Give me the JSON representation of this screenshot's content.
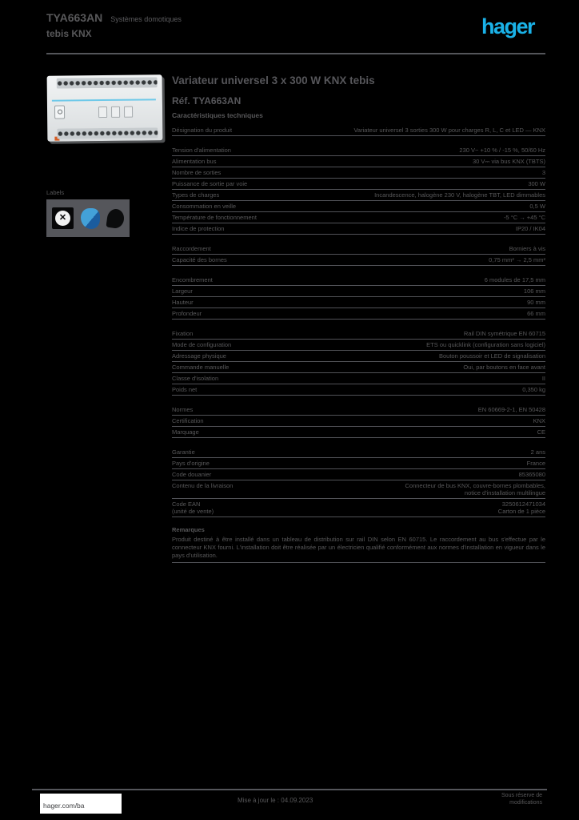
{
  "colors": {
    "background": "#000000",
    "text": "#58585a",
    "rule": "#515257",
    "logo_cyan": "#1ab2e8",
    "device_blue_line": "#6fc9e9",
    "led_orange": "#d65c22"
  },
  "header": {
    "product_ref": "TYA663AN",
    "range": "Systèmes domotiques",
    "family": "tebis KNX",
    "logo_text": "hager"
  },
  "product": {
    "title": "Variateur universel 3 x 300 W KNX tebis",
    "reference_line": "Réf. TYA663AN",
    "section_heading": "Caractéristiques techniques",
    "labels_caption": "Labels",
    "icons": [
      {
        "name": "knx-config-icon",
        "glyph": "✕"
      },
      {
        "name": "easy-software-icon",
        "glyph": ""
      },
      {
        "name": "eco-standby-icon",
        "glyph": ""
      }
    ]
  },
  "spec_sections": [
    {
      "rows": [
        {
          "label": "Désignation du produit",
          "value": "Variateur universel 3 sorties 300 W pour charges R, L, C et LED — KNX"
        }
      ]
    },
    {
      "rows": [
        {
          "label": "Tension d'alimentation",
          "value": "230 V~ +10 % / -15 %, 50/60 Hz"
        },
        {
          "label": "Alimentation bus",
          "value": "30 V⎓ via bus KNX (TBTS)"
        },
        {
          "label": "Nombre de sorties",
          "value": "3"
        },
        {
          "label": "Puissance de sortie par voie",
          "value": "300 W"
        },
        {
          "label": "Types de charges",
          "value": "Incandescence, halogène 230 V, halogène TBT, LED dimmables"
        },
        {
          "label": "Consommation en veille",
          "value": "0,5 W"
        },
        {
          "label": "Température de fonctionnement",
          "value": "-5 °C → +45 °C"
        },
        {
          "label": "Indice de protection",
          "value": "IP20 / IK04"
        }
      ]
    },
    {
      "rows": [
        {
          "label": "Raccordement",
          "value": "Borniers à vis"
        },
        {
          "label": "Capacité des bornes",
          "value": "0,75 mm² → 2,5 mm²"
        }
      ]
    },
    {
      "rows": [
        {
          "label": "Encombrement",
          "value": "6 modules de 17,5 mm"
        },
        {
          "label": "Largeur",
          "value": "106 mm"
        },
        {
          "label": "Hauteur",
          "value": "90 mm"
        },
        {
          "label": "Profondeur",
          "value": "66 mm"
        }
      ]
    },
    {
      "rows": [
        {
          "label": "Fixation",
          "value": "Rail DIN symétrique EN 60715"
        },
        {
          "label": "Mode de configuration",
          "value": "ETS ou quicklink (configuration sans logiciel)"
        },
        {
          "label": "Adressage physique",
          "value": "Bouton poussoir et LED de signalisation"
        },
        {
          "label": "Commande manuelle",
          "value": "Oui, par boutons en face avant"
        },
        {
          "label": "Classe d'isolation",
          "value": "II"
        },
        {
          "label": "Poids net",
          "value": "0,350 kg"
        }
      ]
    },
    {
      "rows": [
        {
          "label": "Normes",
          "value": "EN 60669-2-1, EN 50428"
        },
        {
          "label": "Certification",
          "value": "KNX"
        },
        {
          "label": "Marquage",
          "value": "CE"
        }
      ]
    },
    {
      "rows": [
        {
          "label": "Garantie",
          "value": "2 ans"
        },
        {
          "label": "Pays d'origine",
          "value": "France"
        },
        {
          "label": "Code douanier",
          "value": "85365080"
        },
        {
          "label": "Contenu de la livraison",
          "value_lines": [
            "Connecteur de bus KNX, couvre-bornes plombables,",
            "notice d'installation multilingue"
          ]
        },
        {
          "label_lines": [
            "Code EAN",
            "(unité de vente)"
          ],
          "value_lines": [
            "3250612471034",
            "Carton de 1 pièce"
          ]
        }
      ]
    }
  ],
  "note": {
    "label": "Remarques",
    "text": "Produit destiné à être installé dans un tableau de distribution sur rail DIN selon EN 60715. Le raccordement au bus s'effectue par le connecteur KNX fourni. L'installation doit être réalisée par un électricien qualifié conformément aux normes d'installation en vigueur dans le pays d'utilisation."
  },
  "footer": {
    "website": "hager.com/ba",
    "updated": "Mise à jour le : 04.09.2023",
    "right_line1": "Sous réserve de",
    "right_line2": "modifications"
  }
}
